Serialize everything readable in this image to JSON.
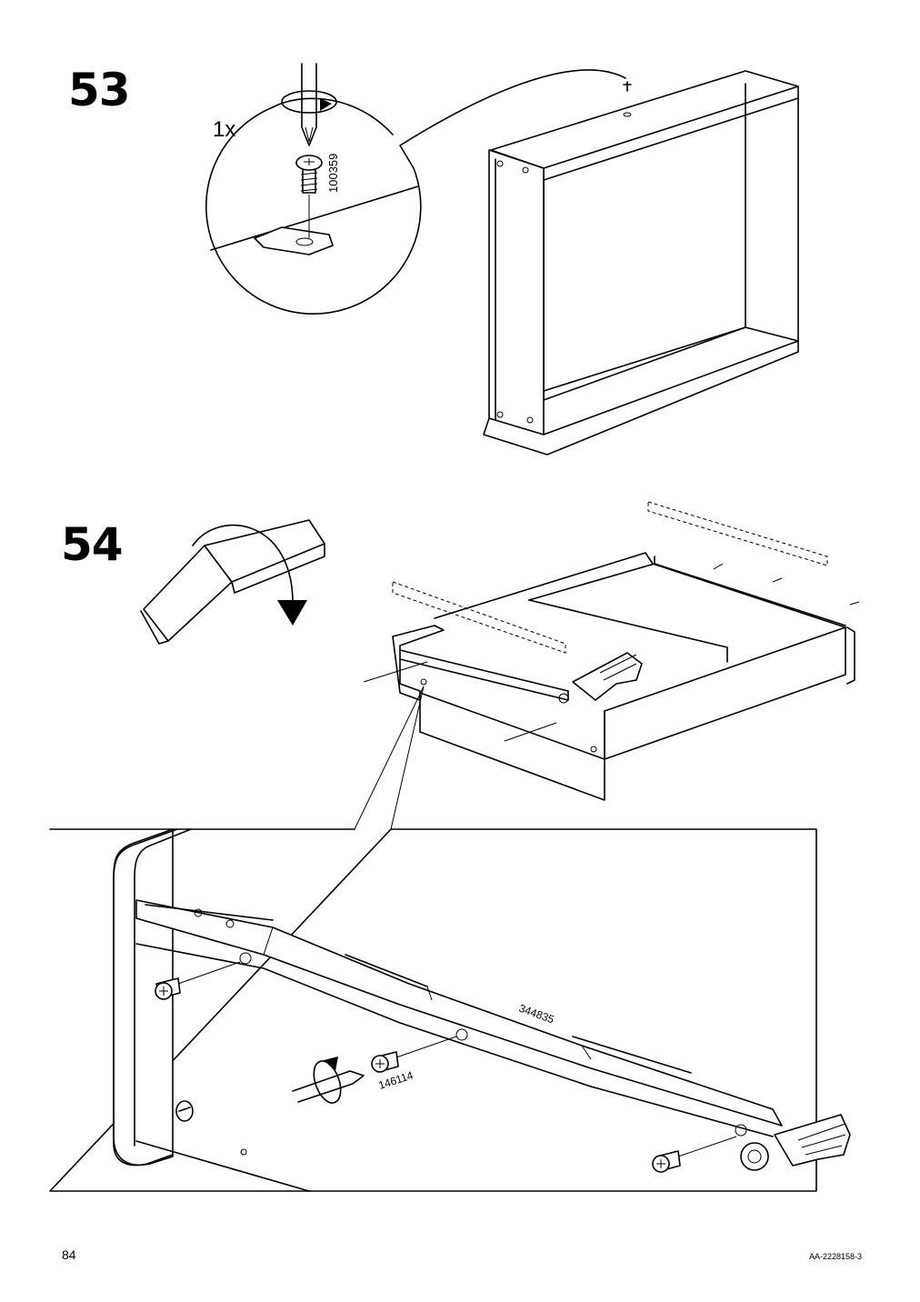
{
  "page": {
    "number": "84",
    "doc_id": "AA-2228158-3"
  },
  "step53": {
    "number": "53",
    "quantity": "1x",
    "part_id": "100359"
  },
  "step54": {
    "number": "54",
    "rail_part_id": "344835",
    "screw_part_id": "146114"
  },
  "icons": [
    "screwdriver-icon",
    "rotate-arrow-icon",
    "screw-icon",
    "pointing-hand-icon",
    "flip-arrow-icon"
  ]
}
